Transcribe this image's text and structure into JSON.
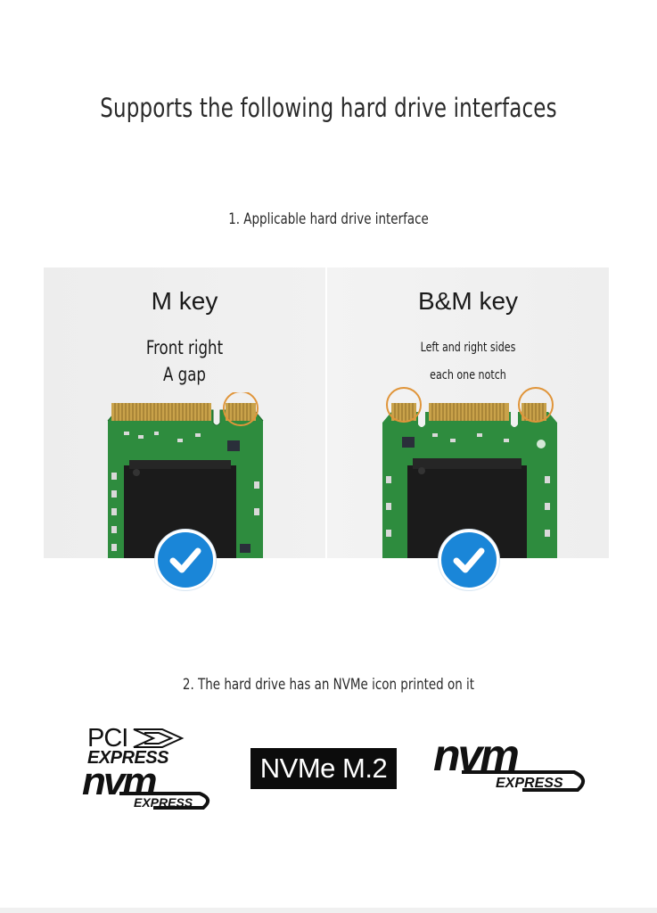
{
  "header": {
    "title": "Supports the following hard drive interfaces"
  },
  "section1": {
    "label": "1. Applicable hard drive interface"
  },
  "cards": [
    {
      "key_label": "M key",
      "line1": "Front right",
      "line2": "A gap"
    },
    {
      "key_label": "B&M key",
      "line1": "Left and right sides",
      "line2": "each one notch"
    }
  ],
  "section2": {
    "label": "2. The hard drive has an NVMe icon printed on it"
  },
  "logos": {
    "pci_text": "PCI",
    "pci_express": "EXPRESS",
    "nvm_small": "nvm",
    "nvm_small_express": "EXPRESS",
    "nvme_badge": "NVMe M.2",
    "nvm_large": "nvm",
    "nvm_large_express": "EXPRESS"
  },
  "colors": {
    "check_blue": "#1a86d8",
    "pcb_green": "#2e8c3e",
    "gold": "#c9a24a",
    "circle_orange": "#e0953a"
  }
}
